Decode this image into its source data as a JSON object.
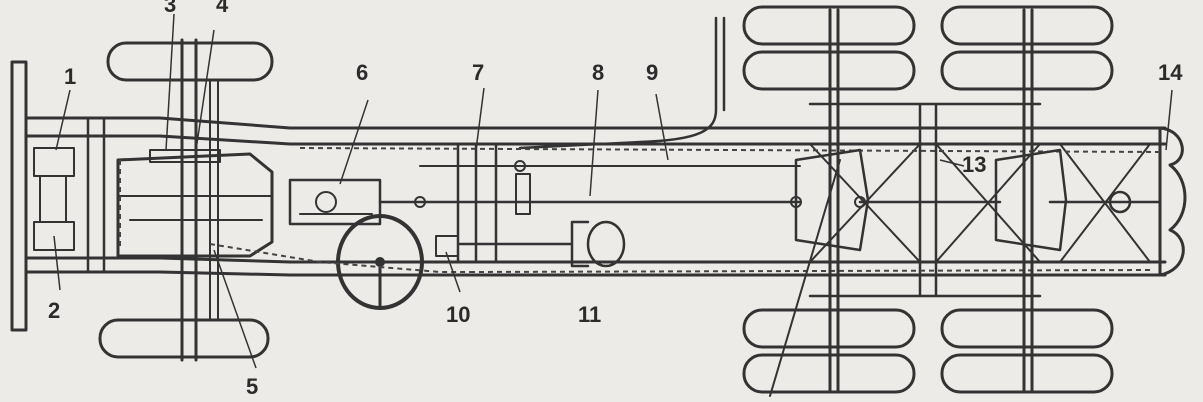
{
  "diagram": {
    "callouts": [
      {
        "id": "c1",
        "text": "1"
      },
      {
        "id": "c2",
        "text": "2"
      },
      {
        "id": "c3",
        "text": "3"
      },
      {
        "id": "c4",
        "text": "4"
      },
      {
        "id": "c5",
        "text": "5"
      },
      {
        "id": "c6",
        "text": "6"
      },
      {
        "id": "c7",
        "text": "7"
      },
      {
        "id": "c8",
        "text": "8"
      },
      {
        "id": "c9",
        "text": "9"
      },
      {
        "id": "c10",
        "text": "10"
      },
      {
        "id": "c11",
        "text": "11"
      },
      {
        "id": "c13",
        "text": "13"
      },
      {
        "id": "c14",
        "text": "14"
      }
    ]
  }
}
